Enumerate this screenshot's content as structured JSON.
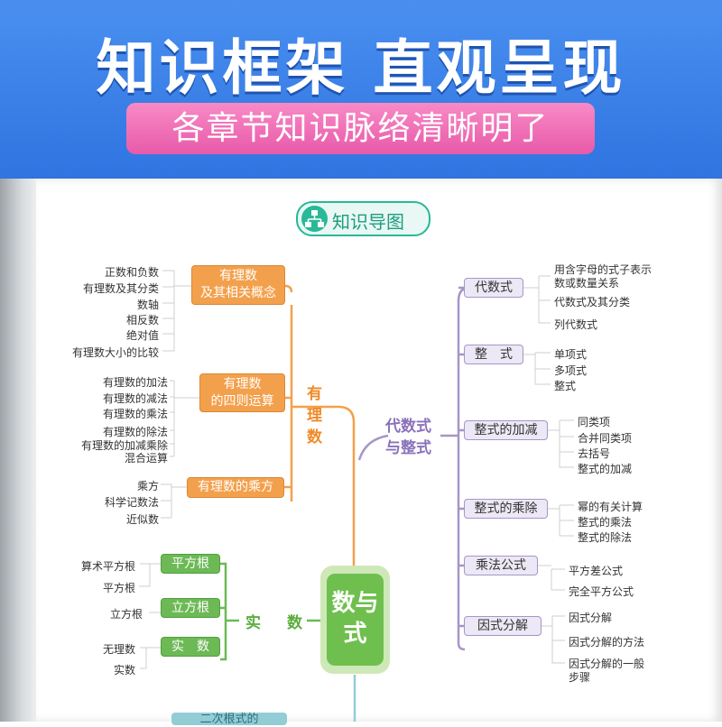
{
  "banner": {
    "title": "知识框架 直观呈现",
    "subtitle": "各章节知识脉络清晰明了"
  },
  "badge": {
    "label": "知识导图",
    "icon": "hierarchy-icon"
  },
  "center": {
    "line1": "数与",
    "line2": "式"
  },
  "left_top": {
    "branch_label": [
      "有",
      "理",
      "数"
    ],
    "groups": [
      {
        "label1": "有理数",
        "label2": "及其相关概念",
        "leaves": [
          "正数和负数",
          "有理数及其分类",
          "数轴",
          "相反数",
          "绝对值",
          "有理数大小的比较"
        ]
      },
      {
        "label1": "有理数",
        "label2": "的四则运算",
        "leaves": [
          "有理数的加法",
          "有理数的减法",
          "有理数的乘法",
          "有理数的除法",
          "有理数的加减乘除",
          "混合运算"
        ]
      },
      {
        "label1": "有理数的乘方",
        "label2": "",
        "leaves": [
          "乘方",
          "科学记数法",
          "近似数"
        ]
      }
    ]
  },
  "left_bottom": {
    "branch_label": "实　数",
    "groups": [
      {
        "label": "平方根",
        "leaves": [
          "算术平方根",
          "平方根"
        ]
      },
      {
        "label": "立方根",
        "leaves": [
          "立方根"
        ]
      },
      {
        "label": "实　数",
        "leaves": [
          "无理数",
          "实数"
        ]
      }
    ],
    "next_box": "二次根式的"
  },
  "right": {
    "branch_label1": "代数式",
    "branch_label2": "与整式",
    "groups": [
      {
        "label": "代数式",
        "leaves": [
          "用含字母的式子表示",
          "数或数量关系",
          "代数式及其分类",
          "列代数式"
        ]
      },
      {
        "label": "整　式",
        "leaves": [
          "单项式",
          "多项式",
          "整式"
        ]
      },
      {
        "label": "整式的加减",
        "leaves": [
          "同类项",
          "合并同类项",
          "去括号",
          "整式的加减"
        ]
      },
      {
        "label": "整式的乘除",
        "leaves": [
          "幂的有关计算",
          "整式的乘法",
          "整式的除法"
        ]
      },
      {
        "label": "乘法公式",
        "leaves": [
          "平方差公式",
          "完全平方公式"
        ]
      },
      {
        "label": "因式分解",
        "leaves": [
          "因式分解",
          "因式分解的方法",
          "因式分解的一般",
          "步骤"
        ]
      }
    ]
  },
  "colors": {
    "banner": "#3a80e8",
    "pink": "#ee6cb3",
    "orange": "#f3a04c",
    "green": "#6cb956",
    "purple": "#a795c8",
    "teal": "#29b898"
  }
}
